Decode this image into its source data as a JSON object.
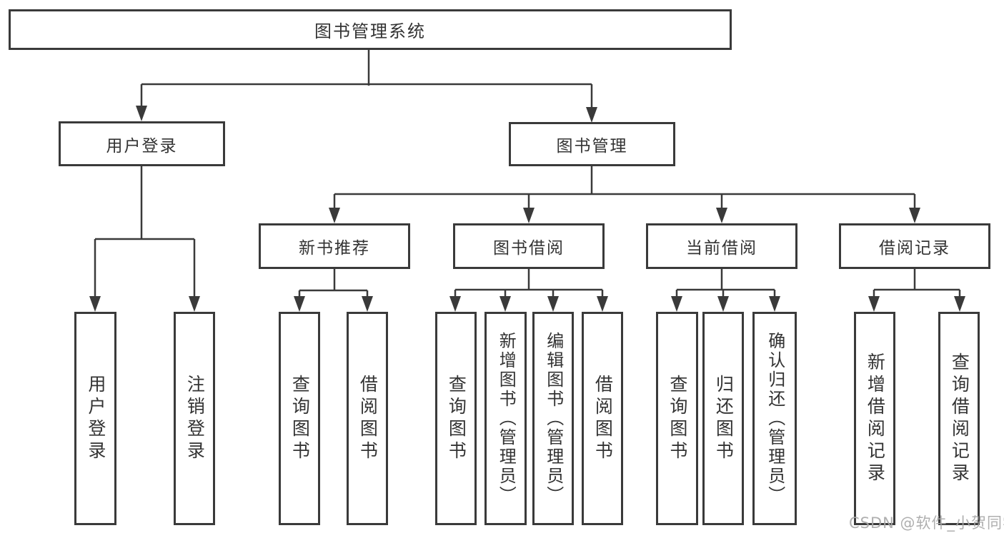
{
  "tree": {
    "root": "图书管理系统",
    "user": {
      "label": "用户登录",
      "children": [
        "用户登录",
        "注销登录"
      ]
    },
    "book": {
      "label": "图书管理",
      "groups": [
        {
          "label": "新书推荐",
          "children": [
            "查询图书",
            "借阅图书"
          ]
        },
        {
          "label": "图书借阅",
          "children": [
            "查询图书",
            "新增图书（管理员）",
            "编辑图书（管理员）",
            "借阅图书"
          ]
        },
        {
          "label": "当前借阅",
          "children": [
            "查询图书",
            "归还图书",
            "确认归还（管理员）"
          ]
        },
        {
          "label": "借阅记录",
          "children": [
            "新增借阅记录",
            "查询借阅记录"
          ]
        }
      ]
    }
  },
  "watermark": {
    "text": "CSDN @软件_小贺同学"
  },
  "colors": {
    "line": "#3a3a3a",
    "text": "#333333",
    "box_background": "#ffffff",
    "watermark": "#a8a8a8",
    "background": "#ffffff"
  }
}
